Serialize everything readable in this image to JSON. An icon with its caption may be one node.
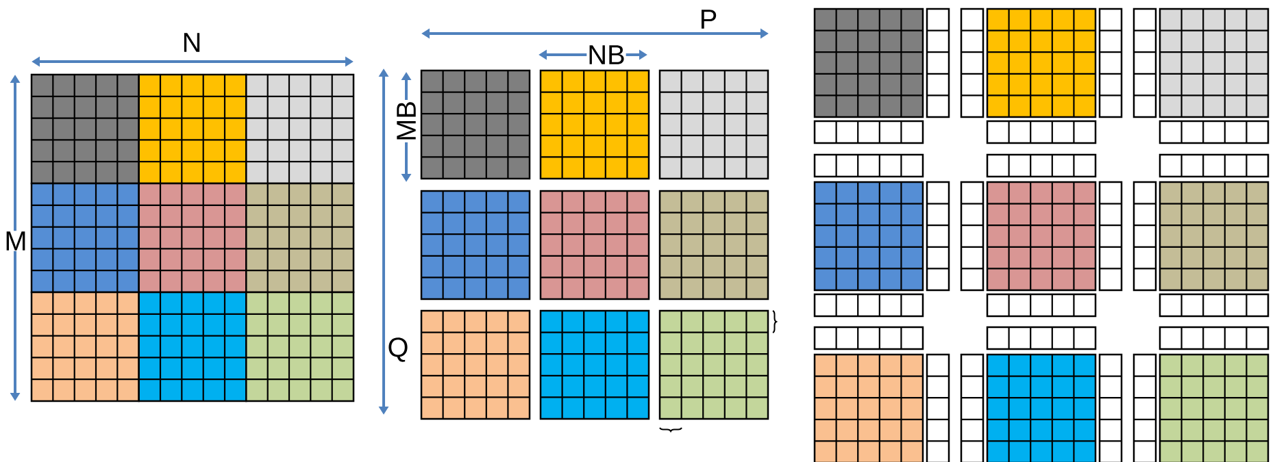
{
  "diagram": {
    "labels": [
      "P",
      "N",
      "NB",
      "MB",
      "M",
      "Q"
    ]
  }
}
